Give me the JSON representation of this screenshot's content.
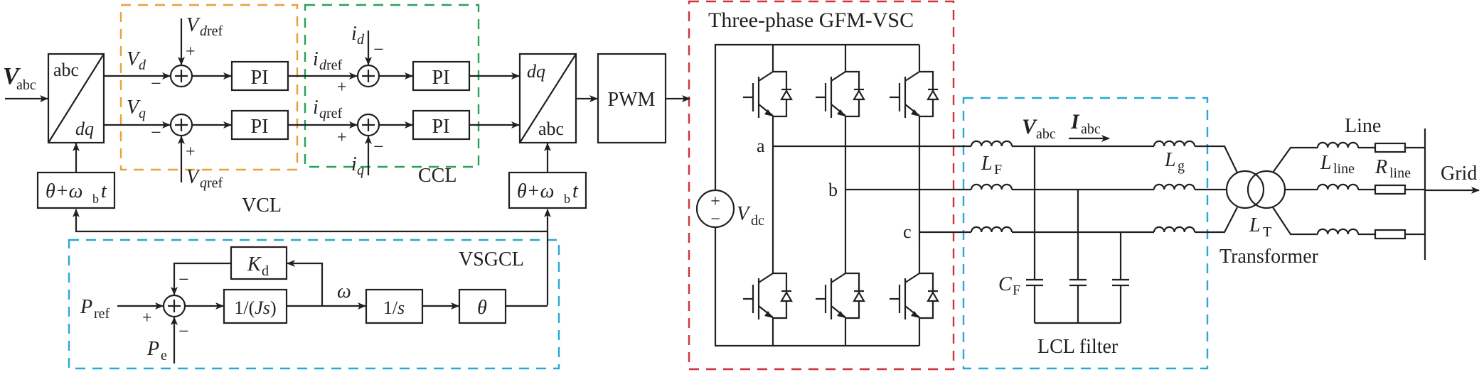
{
  "diagram": {
    "title": "GFM-VSC control and power circuit block diagram",
    "colors": {
      "vcl_border": "#e8a13a",
      "ccl_border": "#2aa05a",
      "vsgcl_border": "#27a8d6",
      "vsc_border": "#d1323a",
      "lcl_border": "#27a8d6",
      "line": "#231f20"
    },
    "inputs": {
      "vabc_main": "V",
      "vabc_sub": "abc"
    },
    "abc_dq": {
      "top": "abc",
      "bottom": "dq"
    },
    "dq_abc": {
      "top": "dq",
      "bottom": "abc"
    },
    "theta_block": {
      "a": "θ+ω",
      "sub": "b",
      "b": "t"
    },
    "vcl": {
      "label": "VCL",
      "vd": "V",
      "vd_sub": "d",
      "vq": "V",
      "vq_sub": "q",
      "vdref": "V",
      "vdref_sub_i": "d",
      "vdref_sub": "ref",
      "vqref": "V",
      "vqref_sub_i": "q",
      "vqref_sub": "ref",
      "pi1": "PI",
      "pi2": "PI",
      "plus": "+",
      "minus": "−"
    },
    "ccl": {
      "label": "CCL",
      "idref": "i",
      "idref_sub_i": "d",
      "idref_sub": "ref",
      "iqref": "i",
      "iqref_sub_i": "q",
      "iqref_sub": "ref",
      "id": "i",
      "id_sub": "d",
      "iq": "i",
      "iq_sub": "q",
      "pi1": "PI",
      "pi2": "PI"
    },
    "pwm": "PWM",
    "vsgcl": {
      "label": "VSGCL",
      "pref": "P",
      "pref_sub": "ref",
      "pe": "P",
      "pe_sub": "e",
      "kd": "K",
      "kd_sub": "d",
      "inertia": "1/(Js)",
      "inertia_a": "1/(",
      "inertia_b": "Js",
      "inertia_c": ")",
      "omega": "ω",
      "integrator_a": "1/",
      "integrator_b": "s",
      "theta": "θ"
    },
    "vsc": {
      "label": "Three-phase GFM-VSC",
      "phase_a": "a",
      "phase_b": "b",
      "phase_c": "c",
      "vdc": "V",
      "vdc_sub": "dc",
      "src_plus": "+",
      "src_minus": "−"
    },
    "lcl": {
      "label": "LCL filter",
      "lf": "L",
      "lf_sub": "F",
      "lg": "L",
      "lg_sub": "g",
      "cf": "C",
      "cf_sub": "F",
      "vabc": "V",
      "vabc_sub": "abc",
      "iabc": "I",
      "iabc_sub": "abc"
    },
    "grid_side": {
      "transformer": "Transformer",
      "lt": "L",
      "lt_sub": "T",
      "line": "Line",
      "lline": "L",
      "lline_sub": "line",
      "rline": "R",
      "rline_sub": "line",
      "grid": "Grid"
    }
  }
}
